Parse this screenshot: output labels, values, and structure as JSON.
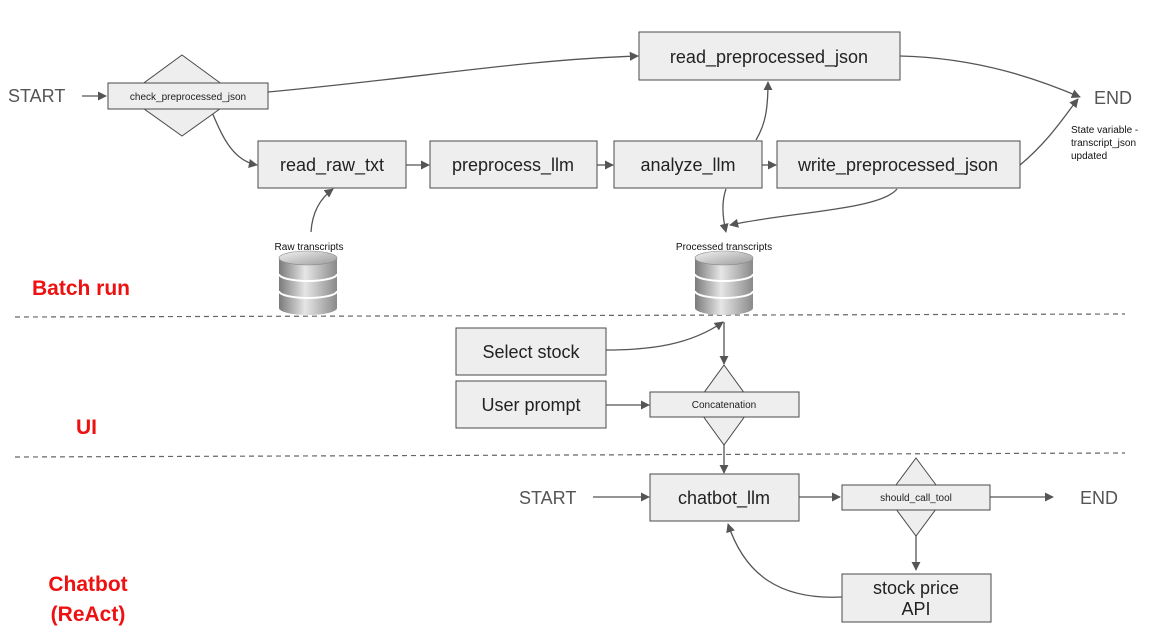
{
  "sections": {
    "batch": "Batch run",
    "ui": "UI",
    "chatbot_line1": "Chatbot",
    "chatbot_line2": "(ReAct)"
  },
  "terminals": {
    "batch_start": "START",
    "batch_end": "END",
    "chat_start": "START",
    "chat_end": "END"
  },
  "nodes": {
    "check_preprocessed_json": "check_preprocessed_json",
    "read_preprocessed_json": "read_preprocessed_json",
    "read_raw_txt": "read_raw_txt",
    "preprocess_llm": "preprocess_llm",
    "analyze_llm": "analyze_llm",
    "write_preprocessed_json": "write_preprocessed_json",
    "select_stock": "Select stock",
    "user_prompt": "User prompt",
    "concatenation": "Concatenation",
    "chatbot_llm": "chatbot_llm",
    "should_call_tool": "should_call_tool",
    "stock_price_api_line1": "stock price",
    "stock_price_api_line2": "API"
  },
  "databases": {
    "raw": "Raw transcripts",
    "processed": "Processed transcripts"
  },
  "notes": {
    "state_line1": "State variable -",
    "state_line2": "transcript_json",
    "state_line3": "updated"
  },
  "colors": {
    "section_label": "#ee1111",
    "node_fill": "#eeeeee",
    "node_stroke": "#4a4a4a",
    "edge": "#555555"
  }
}
